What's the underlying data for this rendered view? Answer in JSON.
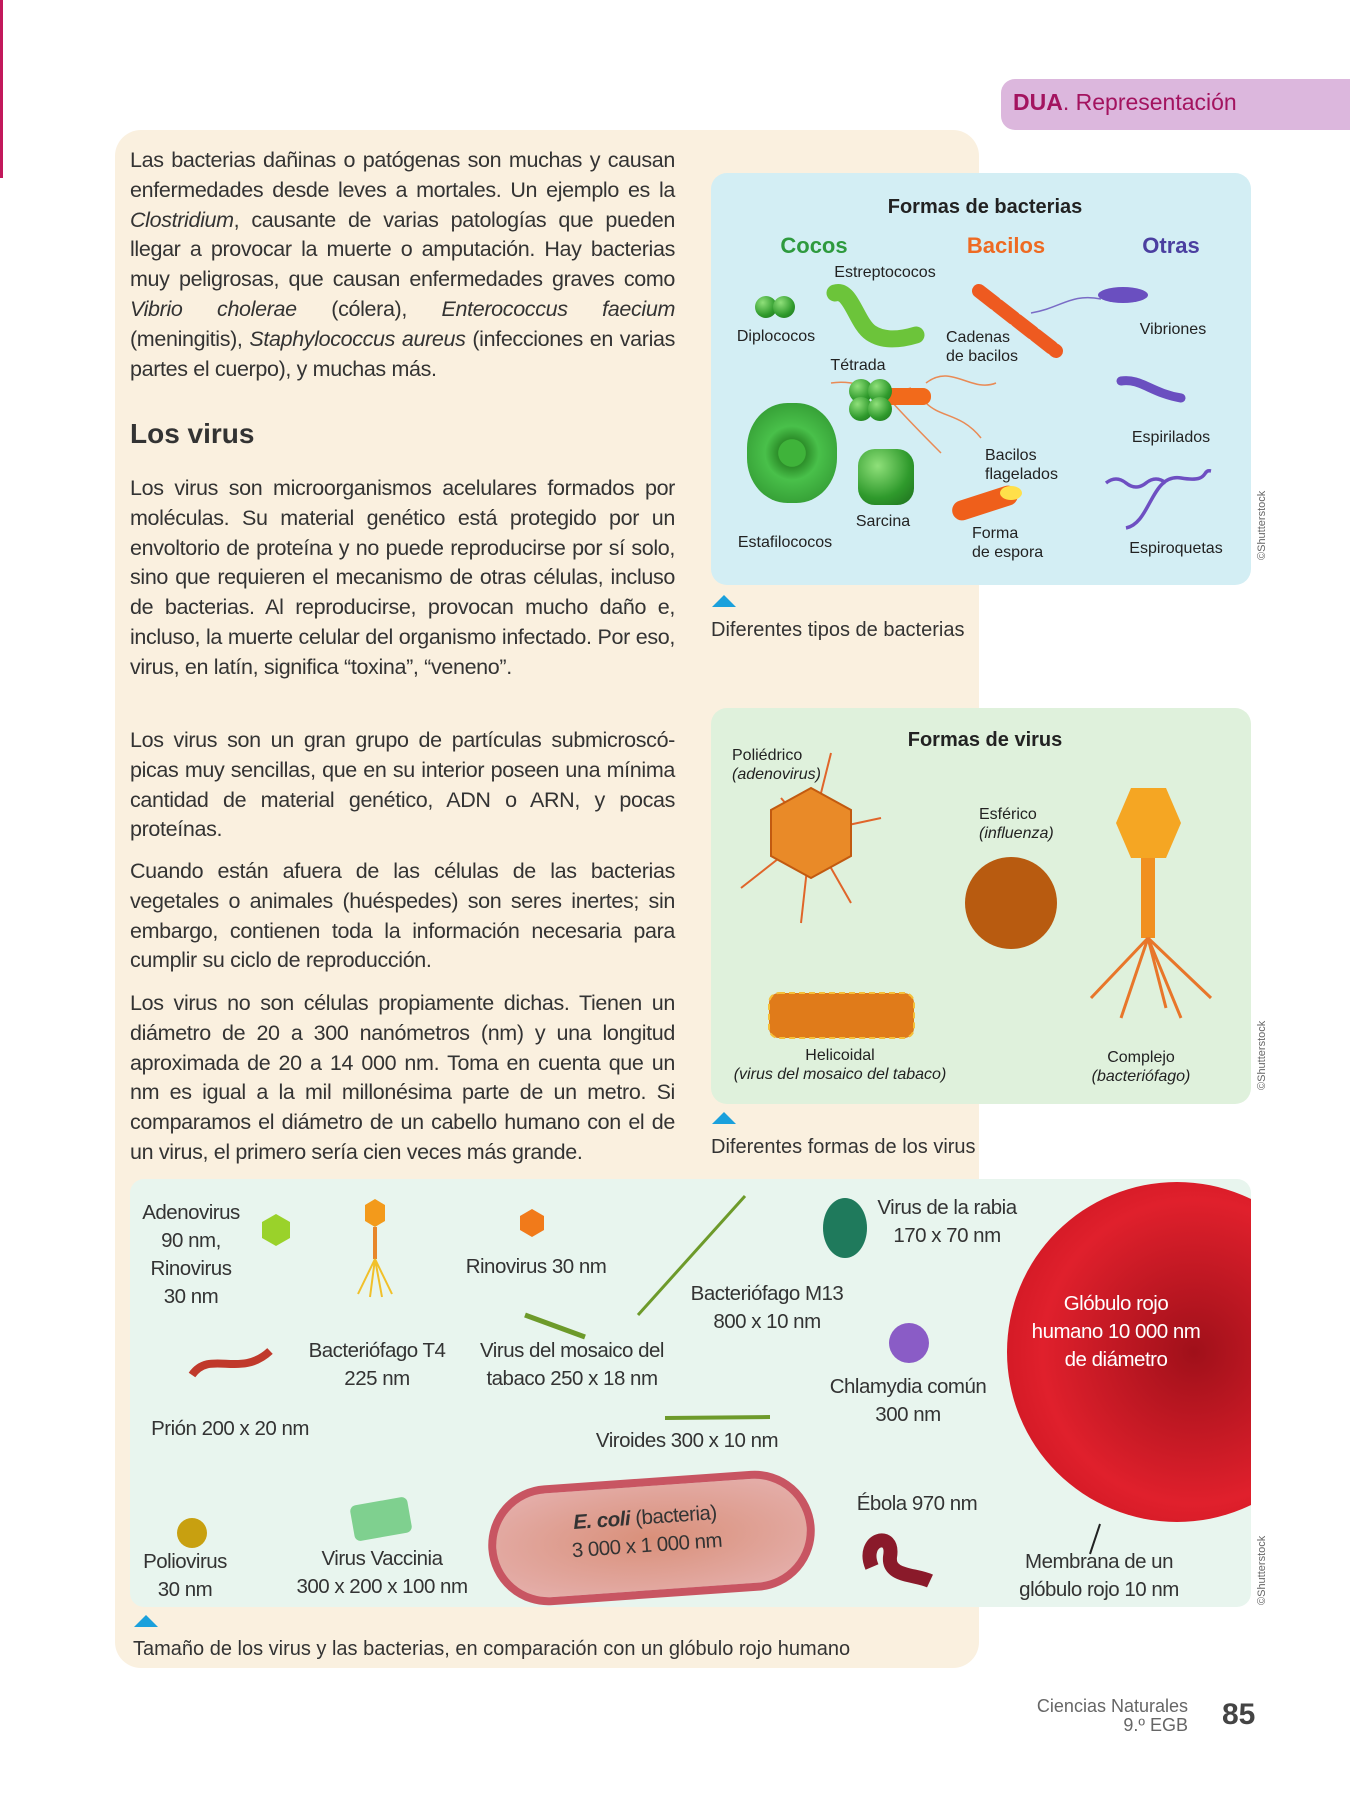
{
  "header": {
    "dua": "DUA",
    "dua_rest": ". Representación"
  },
  "text": {
    "p1": [
      "Las bacterias dañinas o patógenas son muchas y causan enfermedades desde leves a mortales. Un ejemplo es la ",
      "Clostridium",
      ", causante de varias patologías que pueden llegar a provocar la muerte o amputación. Hay bacterias muy peligrosas, que causan enfermedades graves como ",
      "Vibrio cholerae",
      " (cólera), ",
      "Enterococcus faecium",
      " (meningitis), ",
      "Staphylococcus aureus",
      " (infecciones en varias partes el cuerpo), y muchas más."
    ],
    "heading": "Los virus",
    "p2": "Los virus son microorganismos acelulares formados por moléculas. Su material genético está protegido por un envoltorio de proteína y no puede reproducirse por sí solo, sino que requieren el mecanismo de otras células, incluso de bacterias. Al reproducirse, provocan mucho daño e, incluso, la muerte celular del organismo infectado. Por eso, virus, en latín, significa “toxina”, “veneno”.",
    "p3": "Los virus son un gran grupo de partículas submicroscó-picas muy sencillas, que en su interior poseen una mínima cantidad de material genético, ADN o ARN, y pocas proteínas.",
    "p4": "Cuando están afuera de las células de las bacterias vegetales o animales (huéspedes) son seres inertes; sin embargo, contienen toda la información necesaria para cumplir su ciclo de reproducción.",
    "p5": "Los virus no son células propiamente dichas. Tienen un diámetro de 20 a 300 nanómetros (nm) y una longitud aproximada de 20 a 14 000 nm. Toma en cuenta que un nm es igual a la mil millonésima parte de un metro. Si comparamos el diámetro de un cabello humano con el de un virus, el primero sería cien veces más grande."
  },
  "bacteria": {
    "title": "Formas de bacterias",
    "groups": {
      "cocos": "Cocos",
      "bacilos": "Bacilos",
      "otras": "Otras"
    },
    "colors": {
      "cocos": "#2e9a3e",
      "bacilos": "#ee6a22",
      "otras": "#4b3fa0"
    },
    "labels": {
      "estreptococos": "Estreptococos",
      "diplococos": "Diplococos",
      "tetrada": "Tétrada",
      "cadenas": [
        "Cadenas",
        "de bacilos"
      ],
      "vibriones": "Vibriones",
      "espirilados": "Espirilados",
      "flagelados": [
        "Bacilos",
        "flagelados"
      ],
      "sarcina": "Sarcina",
      "estafilococos": "Estafilococos",
      "espora": [
        "Forma",
        "de espora"
      ],
      "espiroquetas": "Espiroquetas"
    },
    "credit": "©Shutterstock",
    "caption": "Diferentes tipos de bacterias"
  },
  "viruses": {
    "title": "Formas de virus",
    "poliedrico": [
      "Poliédrico",
      "(adenovirus)"
    ],
    "esferico": [
      "Esférico",
      "(influenza)"
    ],
    "helicoidal": [
      "Helicoidal",
      "(virus del mosaico del tabaco)"
    ],
    "complejo": [
      "Complejo",
      "(bacteriófago)"
    ],
    "credit": "©Shutterstock",
    "caption": "Diferentes formas de los virus"
  },
  "sizes": {
    "adenovirus": [
      "Adenovirus",
      "90 nm,",
      "Rinovirus",
      "30 nm"
    ],
    "t4": [
      "Bacteriófago T4",
      "225 nm"
    ],
    "rinovirus": "Rinovirus 30 nm",
    "mosaico": [
      "Virus del mosaico del",
      "tabaco 250 x 18 nm"
    ],
    "m13": [
      "Bacteriófago M13",
      "800 x 10 nm"
    ],
    "rabia": [
      "Virus de la rabia",
      "170 x 70 nm"
    ],
    "globulo": [
      "Glóbulo rojo",
      "humano 10 000 nm",
      "de diámetro"
    ],
    "chlamydia": [
      "Chlamydia común",
      "300 nm"
    ],
    "prion": "Prión 200 x 20 nm",
    "viroides": "Viroides 300 x 10 nm",
    "polio": [
      "Poliovirus",
      "30 nm"
    ],
    "vaccinia": [
      "Virus Vaccinia",
      "300 x 200 x 100 nm"
    ],
    "ecoli": {
      "name": "E. coli",
      "rest": " (bacteria)",
      "size": "3 000 x 1 000 nm"
    },
    "ebola": "Ébola 970 nm",
    "membrana": [
      "Membrana de un",
      "glóbulo rojo 10 nm"
    ],
    "credit": "©Shutterstock",
    "caption": "Tamaño de los virus y las bacterias, en comparación con un glóbulo rojo humano"
  },
  "footer": {
    "subject": "Ciencias Naturales",
    "grade": "9.º EGB",
    "page": "85"
  }
}
